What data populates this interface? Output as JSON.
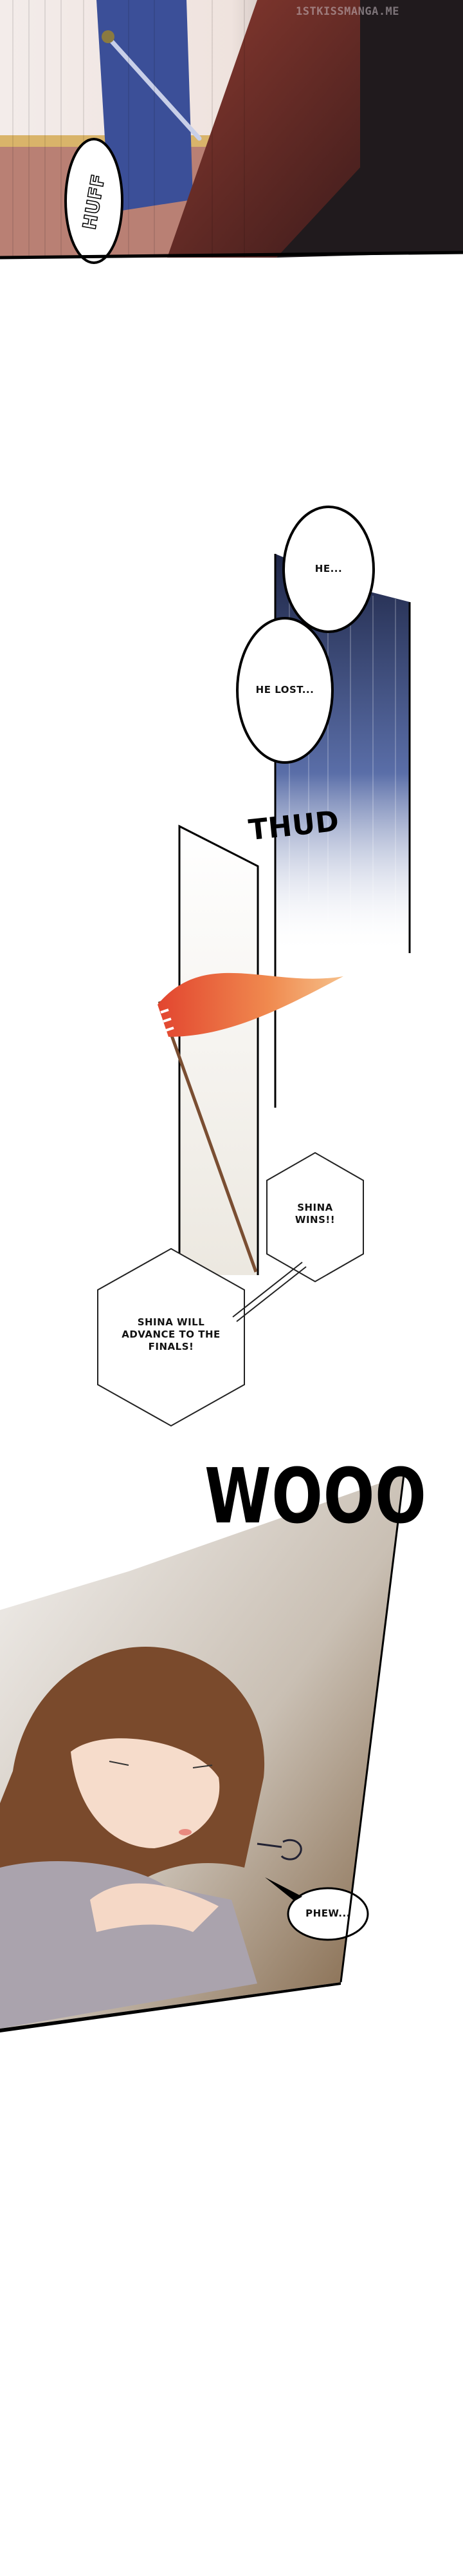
{
  "watermark": "1STKISSMANGA.ME",
  "panels": {
    "panel1": {
      "sfx_huff": "HUFF"
    },
    "panel2": {
      "bubble_he": "HE...",
      "bubble_he_lost": "HE LOST..."
    },
    "panel3": {
      "sfx_thud": "THUD"
    },
    "panel4": {
      "narration_shina_wins": "SHINA WINS!!",
      "narration_advance": "SHINA WILL ADVANCE TO THE FINALS!"
    },
    "panel5": {
      "sfx_wooo": "WOOO",
      "bubble_phew": "PHEW..."
    }
  },
  "colors": {
    "robe": "#3b4f98",
    "hair_red": "#6e2b26",
    "flag": "#e8573a",
    "girl_hair": "#7a4a2c",
    "speedlines": "#2a3557"
  }
}
